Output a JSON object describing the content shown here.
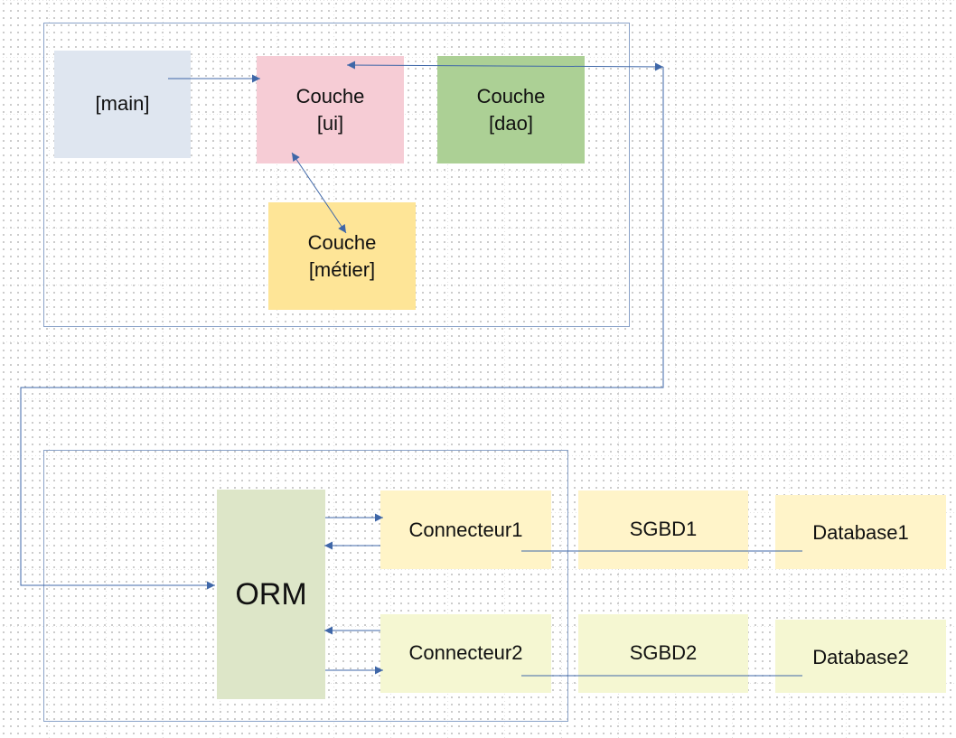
{
  "colors": {
    "main": "#dfe6f0",
    "ui": "#f6ccd5",
    "dao": "#acd095",
    "metier": "#fee597",
    "orm": "#dde6c8",
    "connecteur": "#fff4c7",
    "sgbd1": "#fff4c9",
    "database1": "#fff4c9",
    "row2": "#f5f7d2",
    "connector_line": "#3f67a8",
    "frame": "#8aa2c8"
  },
  "boxes": {
    "main": "[main]",
    "ui": "Couche\n[ui]",
    "dao": "Couche\n[dao]",
    "metier": "Couche\n[métier]",
    "orm": "ORM",
    "connecteur1": "Connecteur1",
    "connecteur2": "Connecteur2",
    "sgbd1": "SGBD1",
    "sgbd2": "SGBD2",
    "database1": "Database1",
    "database2": "Database2"
  }
}
